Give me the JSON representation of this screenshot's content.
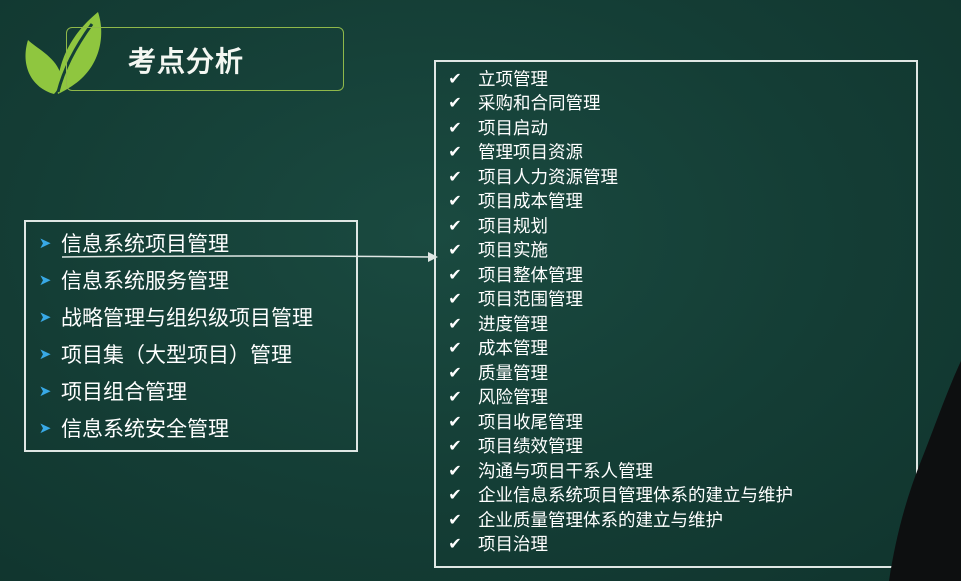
{
  "title": "考点分析",
  "icons": {
    "logo": "leaf-logo-icon",
    "left_bullet": "arrow-bullet-icon",
    "right_bullet": "check-icon"
  },
  "colors": {
    "background": "#143f36",
    "leaf_green": "#8fc63f",
    "bullet_blue": "#38a9e6",
    "border": "#dfe7e4"
  },
  "bullet_glyph": "➤",
  "check_glyph": "✔",
  "left_items": [
    "信息系统项目管理",
    "信息系统服务管理",
    "战略管理与组织级项目管理",
    "项目集（大型项目）管理",
    "项目组合管理",
    "信息系统安全管理"
  ],
  "right_items": [
    "立项管理",
    "采购和合同管理",
    "项目启动",
    "管理项目资源",
    "项目人力资源管理",
    "项目成本管理",
    "项目规划",
    "项目实施",
    "项目整体管理",
    "项目范围管理",
    "进度管理",
    "成本管理",
    "质量管理",
    "风险管理",
    "项目收尾管理",
    "项目绩效管理",
    "沟通与项目干系人管理",
    "企业信息系统项目管理体系的建立与维护",
    "企业质量管理体系的建立与维护",
    "项目治理"
  ]
}
